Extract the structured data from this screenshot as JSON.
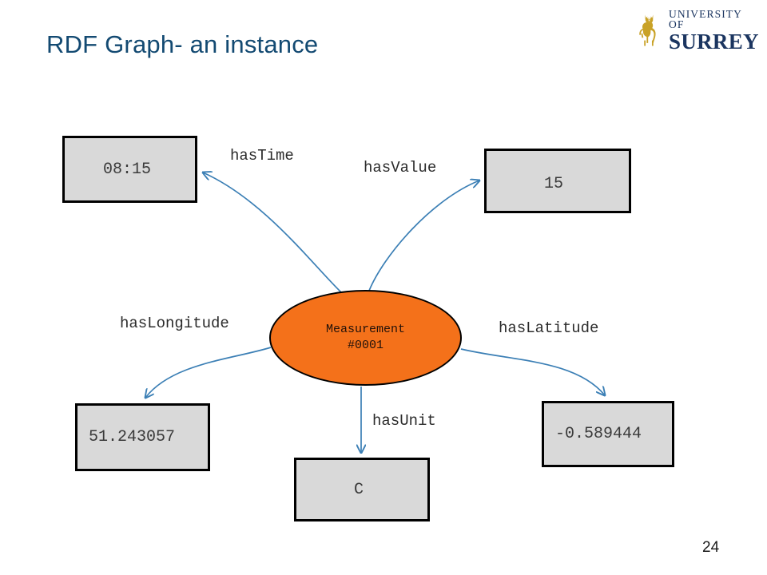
{
  "slide": {
    "title": "RDF Graph- an instance",
    "page_number": "24",
    "background_color": "#ffffff"
  },
  "logo": {
    "name": "university-of-surrey-logo",
    "line1": "UNIVERSITY OF",
    "line2": "SURREY",
    "stag_icon": "stag-icon",
    "stag_color": "#C9A227",
    "text_color": "#1b3560"
  },
  "graph": {
    "type": "rdf-graph",
    "subject_node": {
      "id": "measurement-node",
      "shape": "ellipse",
      "label_line1": "Measurement",
      "label_line2": "#0001",
      "fill_color": "#F4711A",
      "border_color": "#000000"
    },
    "literal_nodes": [
      {
        "id": "time-literal",
        "name": "literal-box-time",
        "value": "08:15",
        "fill_color": "#d9d9d9",
        "border_color": "#000000"
      },
      {
        "id": "value-literal",
        "name": "literal-box-value",
        "value": "15",
        "fill_color": "#d9d9d9",
        "border_color": "#000000"
      },
      {
        "id": "longitude-literal",
        "name": "literal-box-longitude",
        "value": "51.243057",
        "fill_color": "#d9d9d9",
        "border_color": "#000000"
      },
      {
        "id": "unit-literal",
        "name": "literal-box-unit",
        "value": "C",
        "fill_color": "#d9d9d9",
        "border_color": "#000000"
      },
      {
        "id": "latitude-literal",
        "name": "literal-box-latitude",
        "value": "-0.589444",
        "fill_color": "#d9d9d9",
        "border_color": "#000000"
      }
    ],
    "edges": [
      {
        "id": "edge-hastime",
        "label": "hasTime",
        "from": "measurement-node",
        "to": "time-literal",
        "color": "#3b7fb5"
      },
      {
        "id": "edge-hasvalue",
        "label": "hasValue",
        "from": "measurement-node",
        "to": "value-literal",
        "color": "#3b7fb5"
      },
      {
        "id": "edge-haslongitude",
        "label": "hasLongitude",
        "from": "measurement-node",
        "to": "longitude-literal",
        "color": "#3b7fb5"
      },
      {
        "id": "edge-hasunit",
        "label": "hasUnit",
        "from": "measurement-node",
        "to": "unit-literal",
        "color": "#3b7fb5"
      },
      {
        "id": "edge-haslatitude",
        "label": "hasLatitude",
        "from": "measurement-node",
        "to": "latitude-literal",
        "color": "#3b7fb5"
      }
    ]
  }
}
